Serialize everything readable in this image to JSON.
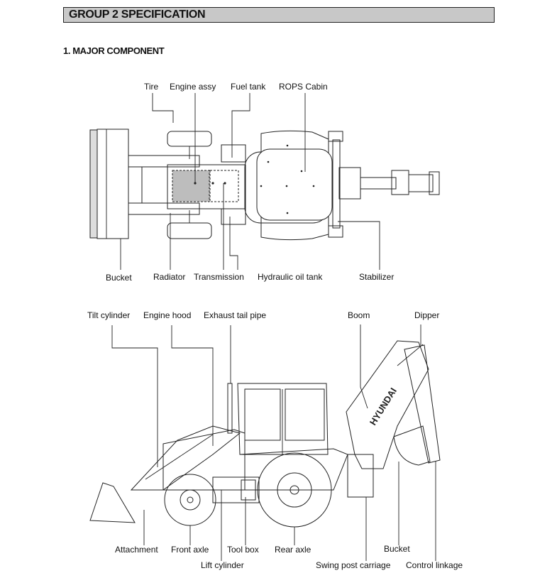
{
  "header": {
    "title": "GROUP 2 SPECIFICATION"
  },
  "section": {
    "title": "1. MAJOR COMPONENT"
  },
  "top_view": {
    "labels": {
      "tire": "Tire",
      "engine_assy": "Engine assy",
      "fuel_tank": "Fuel tank",
      "rops_cabin": "ROPS Cabin",
      "bucket": "Bucket",
      "radiator": "Radiator",
      "transmission": "Transmission",
      "hydraulic_oil_tank": "Hydraulic oil tank",
      "stabilizer": "Stabilizer"
    }
  },
  "side_view": {
    "labels": {
      "tilt_cylinder": "Tilt cylinder",
      "engine_hood": "Engine hood",
      "exhaust_tail_pipe": "Exhaust tail pipe",
      "boom": "Boom",
      "dipper": "Dipper",
      "attachment": "Attachment",
      "front_axle": "Front axle",
      "tool_box": "Tool box",
      "rear_axle": "Rear axle",
      "bucket": "Bucket",
      "lift_cylinder": "Lift cylinder",
      "swing_post_carriage": "Swing post carriage",
      "control_linkage": "Control linkage"
    },
    "brand_text": "HYUNDAI"
  }
}
